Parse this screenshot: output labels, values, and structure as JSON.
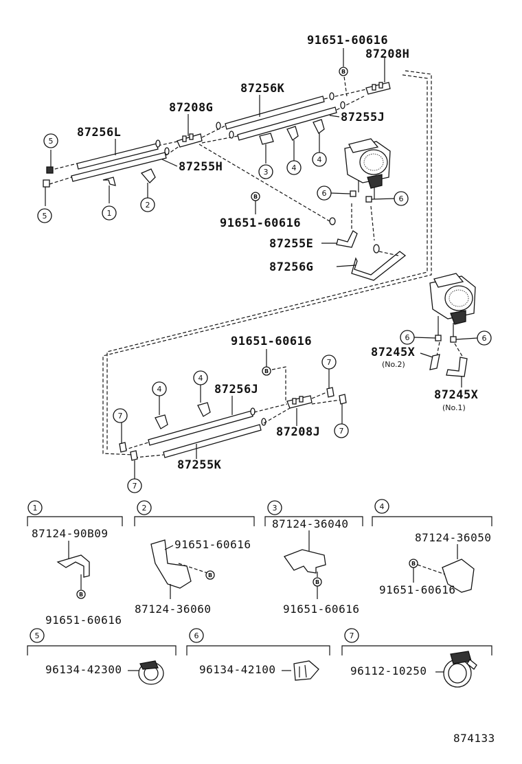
{
  "labels": {
    "p91651_top": "91651-60616",
    "p87208H": "87208H",
    "p87256K": "87256K",
    "p87208G": "87208G",
    "p87255J": "87255J",
    "p87256L": "87256L",
    "p87255H": "87255H",
    "p91651_mid": "91651-60616",
    "p87255E": "87255E",
    "p87256G": "87256G",
    "p91651_low": "91651-60616",
    "p87245X_a": "87245X",
    "p87245X_a_note": "(No.2)",
    "p87245X_b": "87245X",
    "p87245X_b_note": "(No.1)",
    "p87256J": "87256J",
    "p87208J": "87208J",
    "p87255K": "87255K",
    "d1_part": "87124-90B09",
    "d1_bolt": "91651-60616",
    "d2_bolt": "91651-60616",
    "d2_part": "87124-36060",
    "d3_part": "87124-36040",
    "d3_bolt": "91651-60616",
    "d4_part": "87124-36050",
    "d4_bolt": "91651-60616",
    "d5_part": "96134-42300",
    "d6_part": "96134-42100",
    "d7_part": "96112-10250",
    "figure_number": "874133"
  },
  "callouts": {
    "c1": "1",
    "c2": "2",
    "c3": "3",
    "c4": "4",
    "c5": "5",
    "c6": "6",
    "c7": "7",
    "b": "B"
  },
  "icons": [
    "blower-unit",
    "hose-clamp",
    "clip-bracket",
    "pipe-joint",
    "bolt"
  ]
}
